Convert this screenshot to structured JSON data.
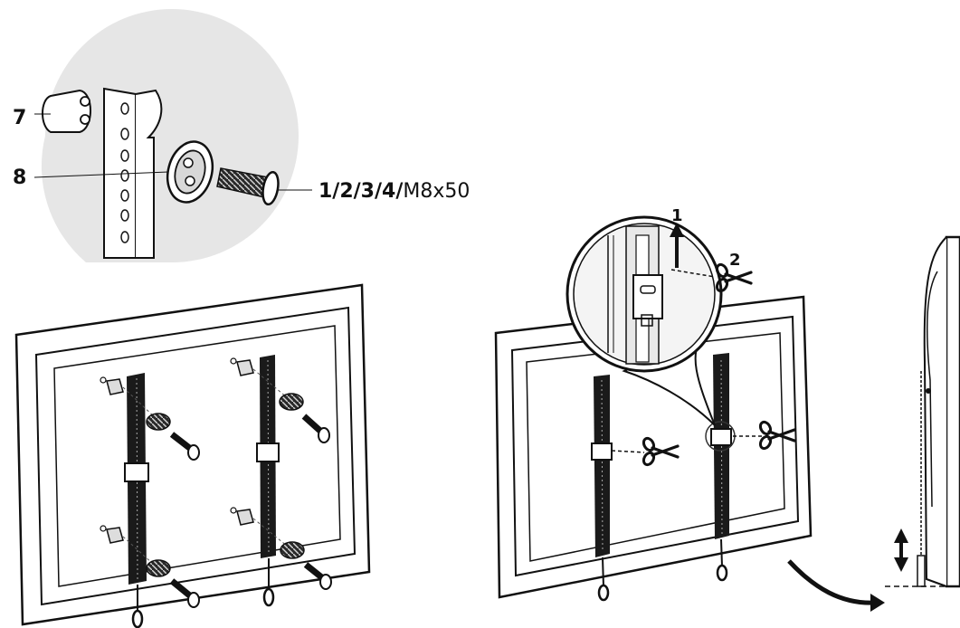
{
  "detail_callout": {
    "part_labels": {
      "spacer": "7",
      "washer": "8",
      "screw_bold": "1/2/3/4/",
      "screw_size": "M8x50"
    }
  },
  "step_markers": {
    "lift": "1",
    "cut": "2"
  },
  "icons": {
    "scissors": "scissors-icon",
    "up_arrow": "up-arrow-icon",
    "double_arrow": "up-down-arrow-icon",
    "curved_arrow": "curved-arrow-icon"
  },
  "colors": {
    "line": "#111111",
    "callout_bg": "#e6e6e6",
    "strap": "#1a1a1a"
  }
}
